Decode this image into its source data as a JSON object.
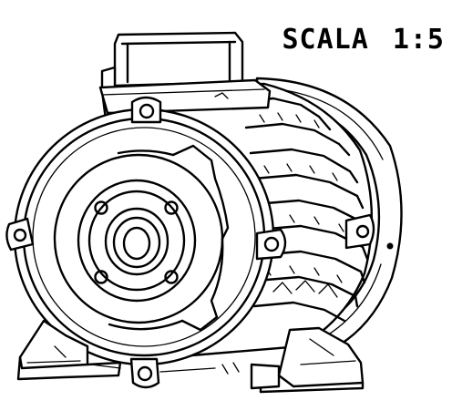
{
  "title_block": {
    "scale_word": "SCALA",
    "scale_value": "1:5"
  },
  "drawing": {
    "subject_icon": "electric-motor-line-drawing",
    "line_color": "#000000",
    "background_color": "#ffffff"
  }
}
